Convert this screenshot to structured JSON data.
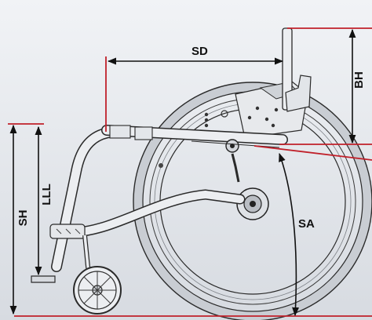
{
  "diagram": {
    "labels": {
      "sd": "SD",
      "bh": "BH",
      "sh": "SH",
      "lll": "LLL",
      "sa": "SA"
    },
    "colors": {
      "background_top": "#eef0f3",
      "background_bottom": "#d9dde3",
      "frame_stroke": "#2a2a2a",
      "frame_fill": "#e9ebee",
      "tire": "#cfd3d8",
      "dimension_line": "#111111",
      "reference_line": "#c0202a"
    }
  }
}
